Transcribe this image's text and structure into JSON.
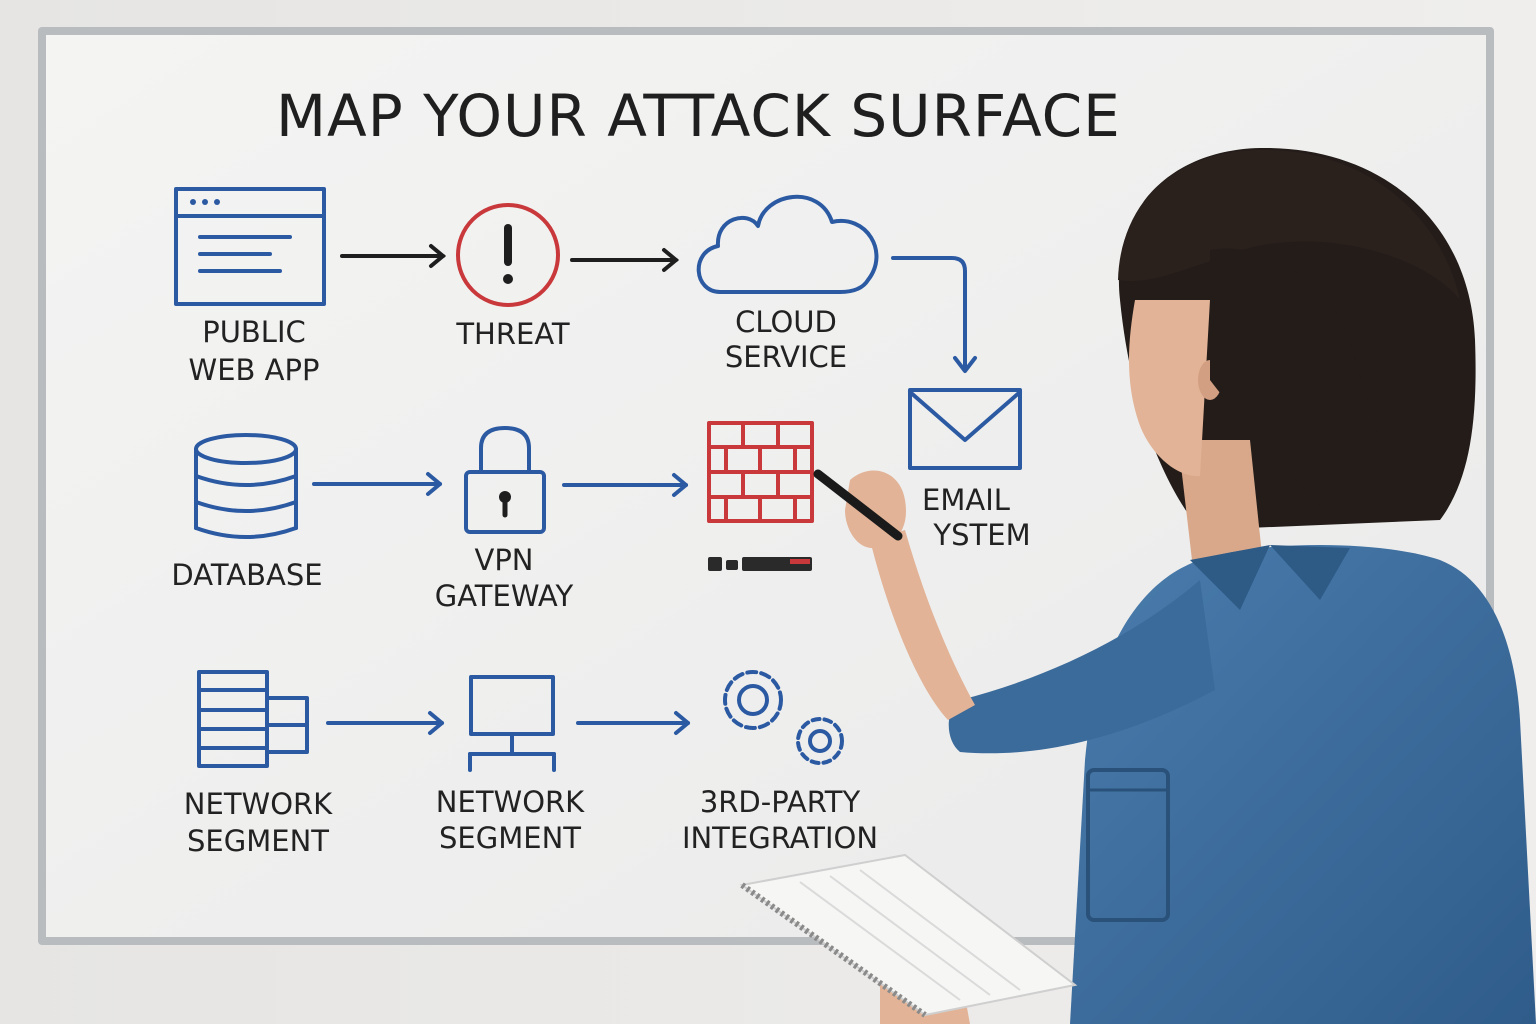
{
  "board": {
    "title": "MAP YOUR ATTACK SURFACE"
  },
  "nodes": {
    "public_web_app": {
      "line1": "PUBLIC",
      "line2": "WEB APP",
      "icon": "browser-window-icon"
    },
    "threat": {
      "line1": "THREAT",
      "icon": "exclamation-circle-icon"
    },
    "cloud_service": {
      "line1": "CLOUD",
      "line2": "SERVICE",
      "icon": "cloud-icon"
    },
    "email_system": {
      "line1": "EMAIL",
      "line2": "YSTEM",
      "icon": "envelope-icon"
    },
    "database": {
      "line1": "DATABASE",
      "icon": "database-icon"
    },
    "vpn_gateway": {
      "line1": "VPN",
      "line2": "GATEWAY",
      "icon": "padlock-icon"
    },
    "firewall": {
      "icon": "brick-wall-icon"
    },
    "network_segment_1": {
      "line1": "NETWORK",
      "line2": "SEGMENT",
      "icon": "server-stack-icon"
    },
    "network_segment_2": {
      "line1": "NETWORK",
      "line2": "SEGMENT",
      "icon": "monitor-network-icon"
    },
    "third_party": {
      "line1": "3RD-PARTY",
      "line2": "INTEGRATION",
      "icon": "gears-icon"
    }
  },
  "colors": {
    "blue_marker": "#2b5aa3",
    "red_marker": "#c9383a",
    "black_marker": "#1e1e1e",
    "shirt": "#3f6f9f",
    "hair": "#231c19"
  }
}
